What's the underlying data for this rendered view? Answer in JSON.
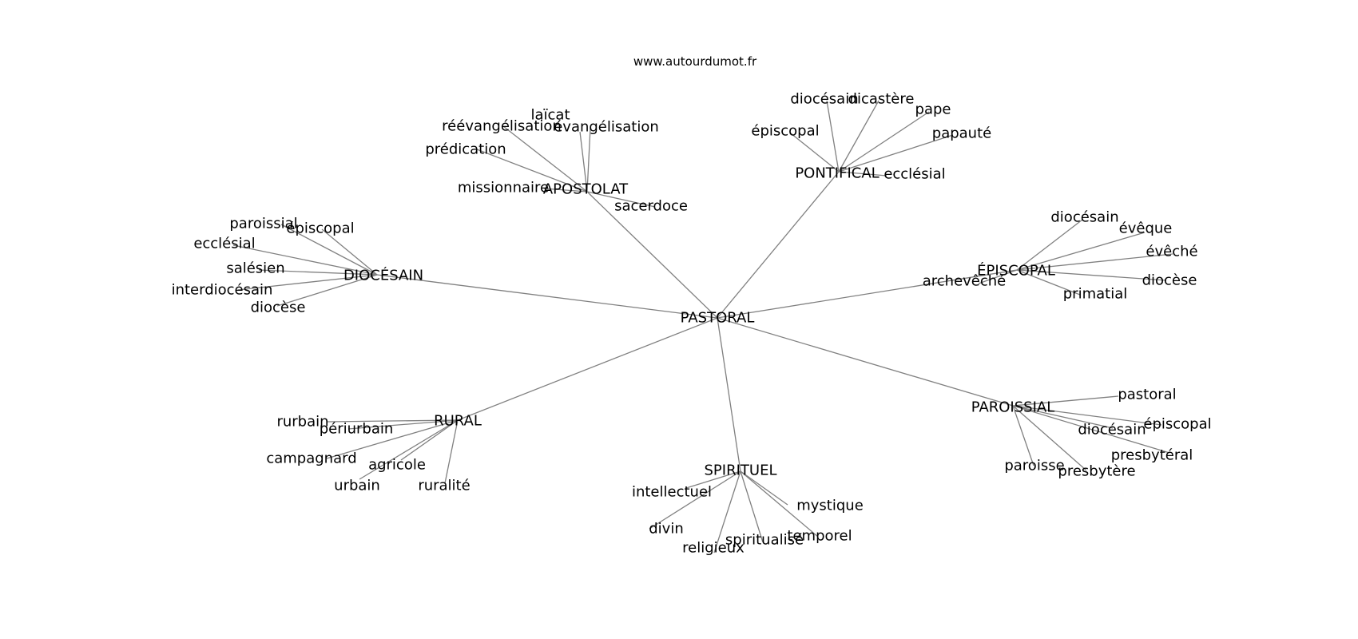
{
  "header": {
    "site": "www.autourdumot.fr"
  },
  "graph": {
    "root": "PASTORAL",
    "edge_color": "#808080",
    "text_color": "#000000",
    "clusters": [
      {
        "hub": "APOSTOLAT",
        "leaves": [
          "laïcat",
          "réévangélisation",
          "évangélisation",
          "prédication",
          "missionnaire",
          "sacerdoce"
        ]
      },
      {
        "hub": "PONTIFICAL",
        "leaves": [
          "diocésain",
          "dicastère",
          "pape",
          "épiscopal",
          "papauté",
          "ecclésial"
        ]
      },
      {
        "hub": "DIOCÉSAIN",
        "leaves": [
          "paroissial",
          "épiscopal",
          "ecclésial",
          "salésien",
          "interdiocésain",
          "diocèse"
        ]
      },
      {
        "hub": "ÉPISCOPAL",
        "leaves": [
          "diocésain",
          "évêque",
          "évêché",
          "diocèse",
          "archevêché",
          "primatial"
        ]
      },
      {
        "hub": "RURAL",
        "leaves": [
          "rurbain",
          "périurbain",
          "campagnard",
          "agricole",
          "urbain",
          "ruralité"
        ]
      },
      {
        "hub": "PAROISSIAL",
        "leaves": [
          "pastoral",
          "épiscopal",
          "diocésain",
          "presbytéral",
          "paroisse",
          "presbytère"
        ]
      },
      {
        "hub": "SPIRITUEL",
        "leaves": [
          "intellectuel",
          "mystique",
          "divin",
          "temporel",
          "spiritualisé",
          "religieux"
        ]
      }
    ]
  }
}
